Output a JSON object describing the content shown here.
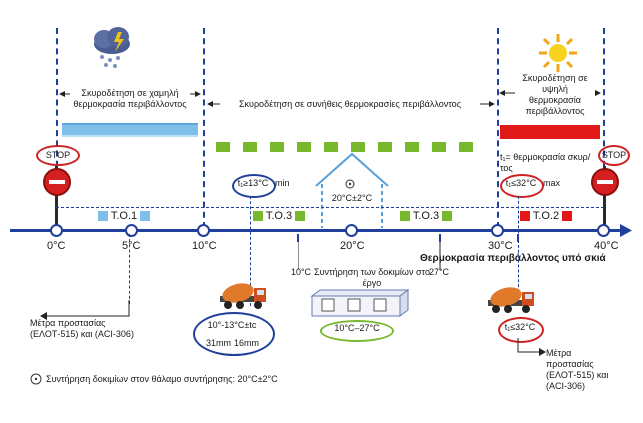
{
  "zones": {
    "cold": "Σκυροδέτηση σε χαμηλή θερμοκρασία περιβάλλοντος",
    "normal": "Σκυροδέτηση σε συνήθεις θερμοκρασίες περιβάλλοντος",
    "hot": "Σκυροδέτηση σε υψηλή θερμοκρασία περιβάλλοντος"
  },
  "axis": {
    "ticks": [
      "0°C",
      "5°C",
      "10°C",
      "20°C",
      "30°C",
      "40°C"
    ],
    "title": "Θερμοκρασία περιβάλλοντος υπό σκιά"
  },
  "stop_left": "STOP",
  "stop_right": "STOP",
  "tf_label": "t₁= θερμοκρασία σκυρ/τος",
  "tmin": {
    "value": "t₁≥13°C",
    "suffix": "min"
  },
  "tmax": {
    "value": "t₁≤32°C",
    "suffix": "max"
  },
  "house_temp": "20°C±2°C",
  "to_labels": {
    "to1": "T.O.1",
    "to3a": "T.O.3",
    "to3b": "T.O.3",
    "to2": "T.O.2"
  },
  "site": {
    "left": "10°C",
    "text": "Συντήρηση των δοκιμίων στο έργο",
    "right": "27°C",
    "range": "10°C–27°C"
  },
  "cold_oval": {
    "line1": "10°-13°C±tᴄ",
    "d1": "31mm",
    "d2": "16mm"
  },
  "hot_oval": "t₁≤32°C",
  "measures_left": "Μέτρα προστασίας (ΕΛΟΤ-515) και (ACI-306)",
  "measures_right": "Μέτρα προστασίας (ΕΛΟΤ-515) και (ACI-306)",
  "legend": "Συντήρηση δοκιμίων στον θάλαμο συντήρησης: 20°C±2°C",
  "colors": {
    "axis": "#1f3f9a",
    "cold_bar": "#7fc0ea",
    "hot_bar": "#e01818",
    "green": "#77b82c",
    "stop": "#cc2222"
  }
}
